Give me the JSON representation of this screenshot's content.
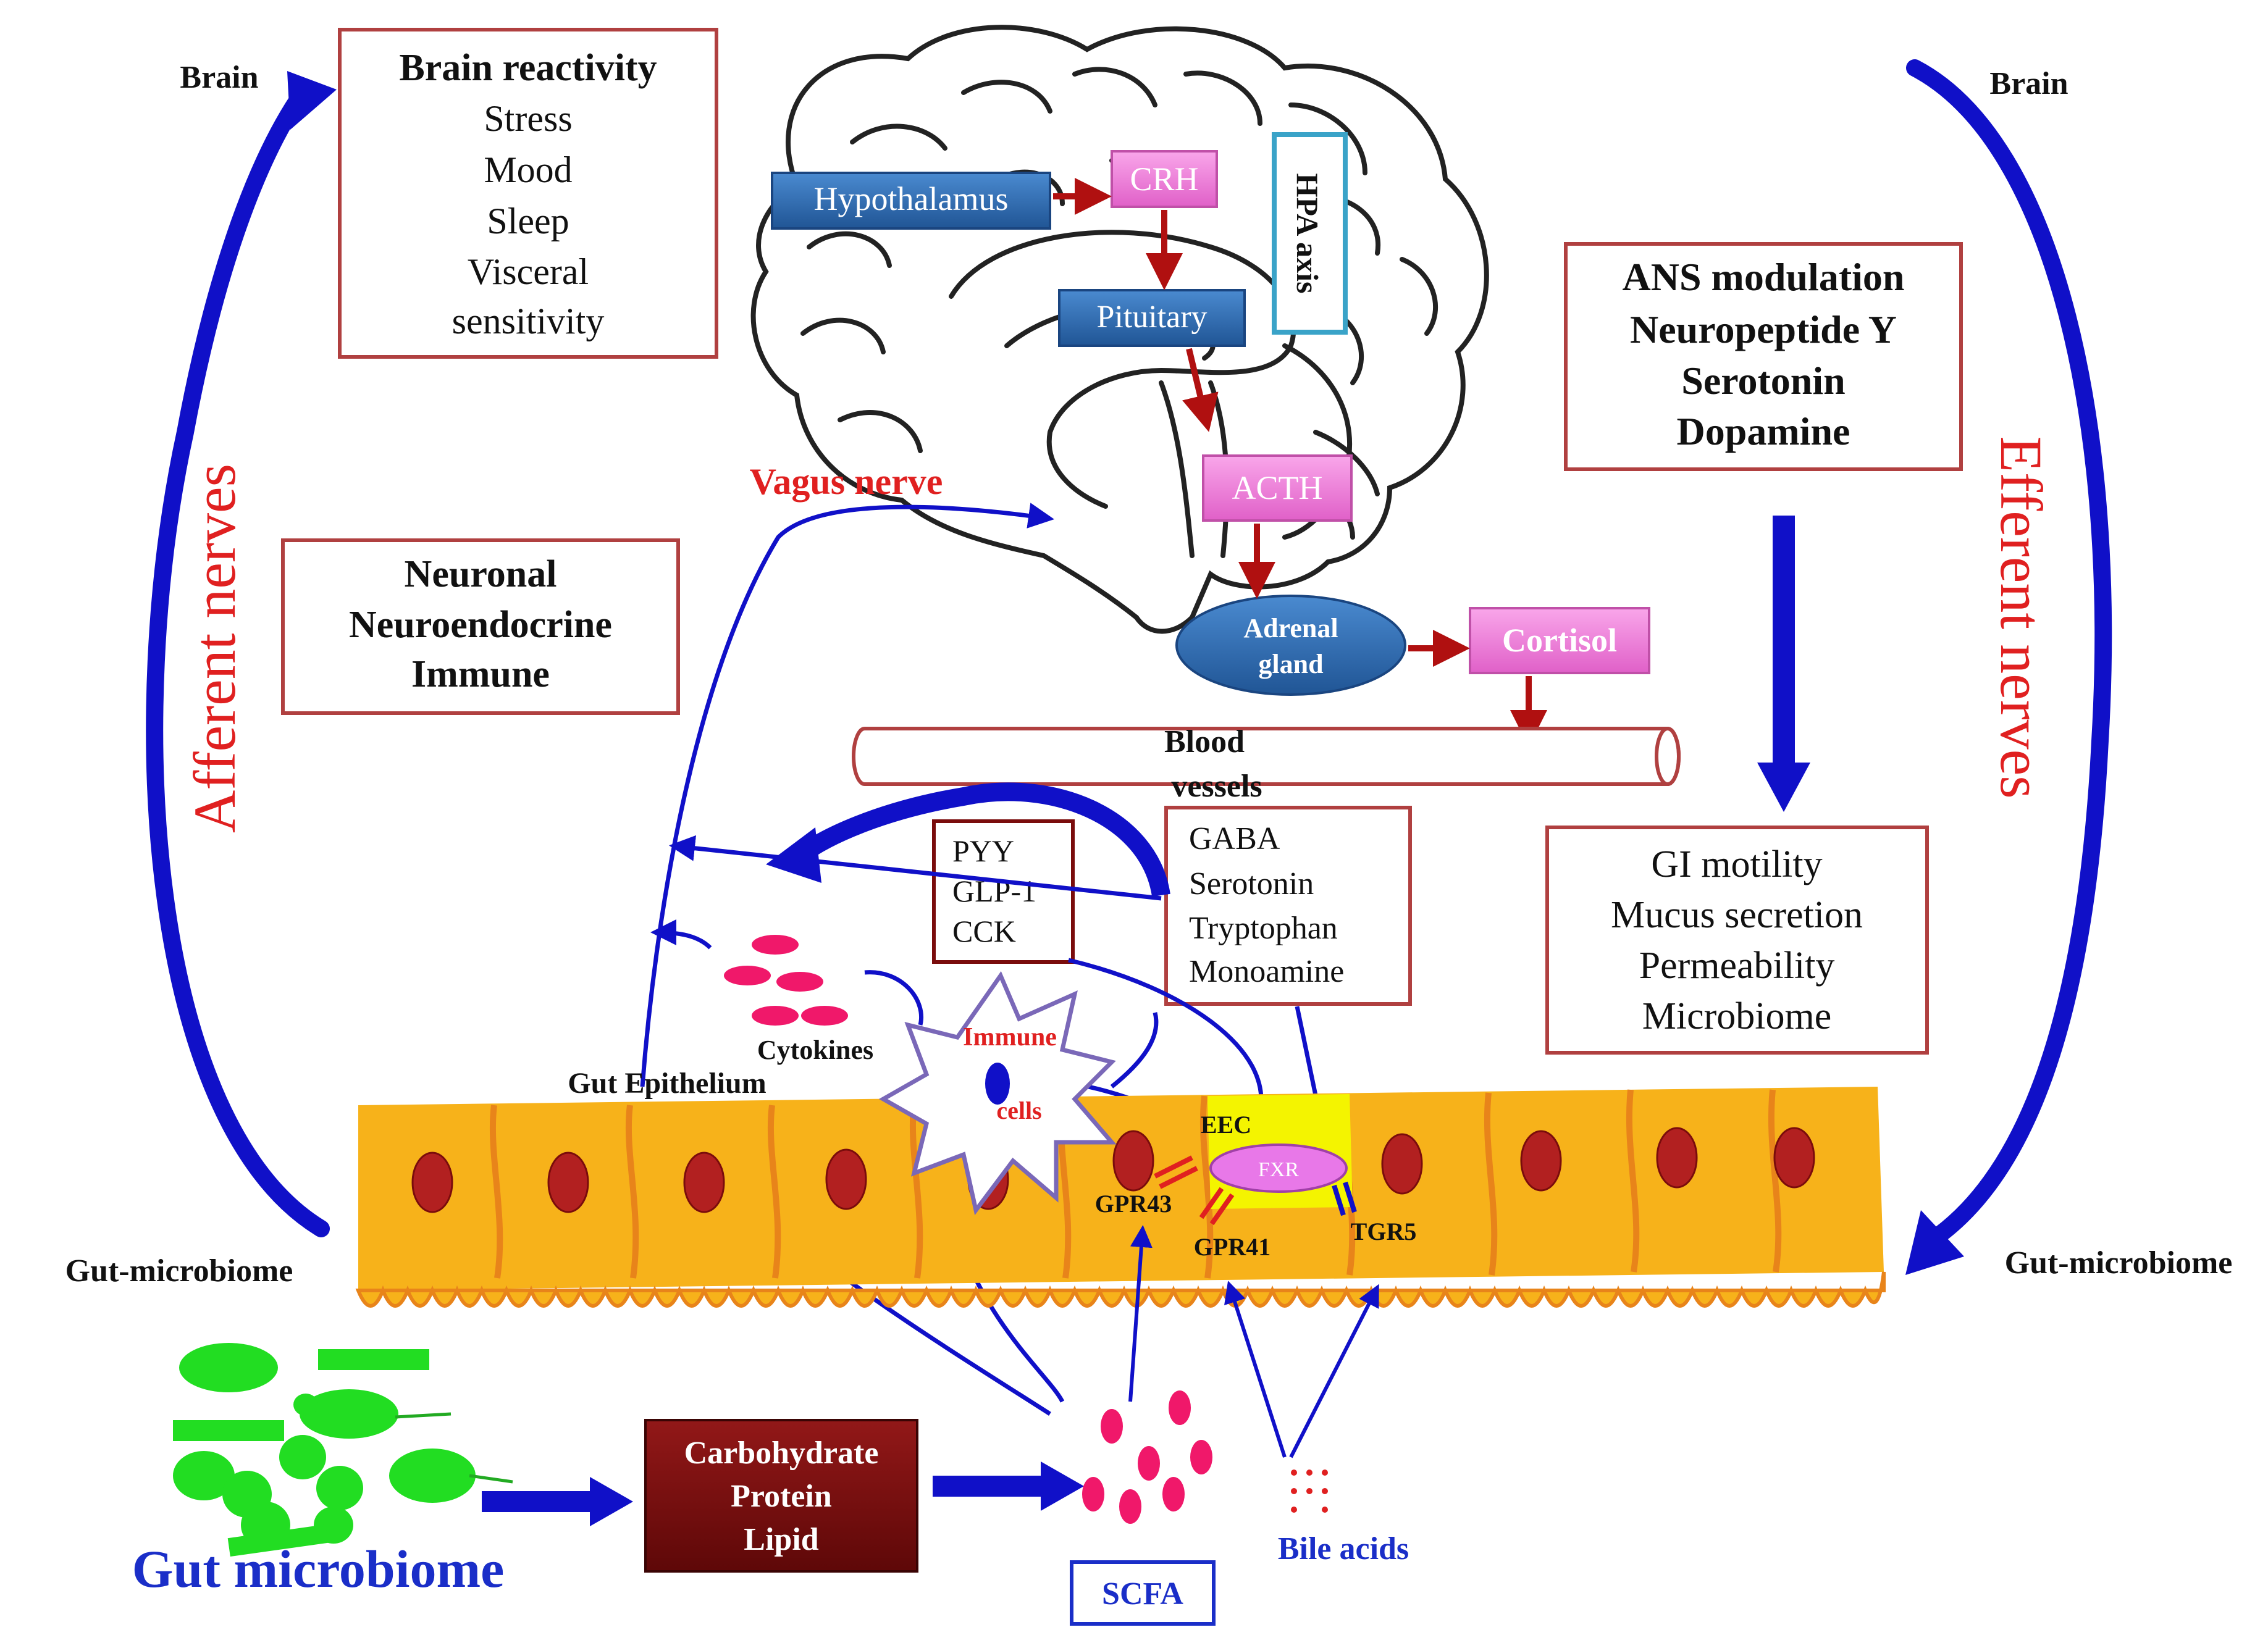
{
  "labels": {
    "brain_left": "Brain",
    "brain_right": "Brain",
    "gut_microbiome_left": "Gut-microbiome",
    "gut_microbiome_right": "Gut-microbiome",
    "afferent_nerves": "Afferent nerves",
    "efferent_nerves": "Efferent nerves",
    "vagus_nerve": "Vagus nerve",
    "gut_epithelium": "Gut Epithelium",
    "cytokines": "Cytokines",
    "immune": "Immune",
    "cells": "cells",
    "eec": "EEC",
    "fxr": "FXR",
    "gpr43": "GPR43",
    "gpr41": "GPR41",
    "tgr5": "TGR5",
    "bile_acids": "Bile acids",
    "scfa": "SCFA",
    "gut_microbiome_title": "Gut microbiome",
    "blood_vessels_1": "Blood",
    "blood_vessels_2": "vessels",
    "hpa_axis": "HPA axis"
  },
  "hpa": {
    "hypothalamus": "Hypothalamus",
    "crh": "CRH",
    "pituitary": "Pituitary",
    "acth": "ACTH",
    "adrenal_1": "Adrenal",
    "adrenal_2": "gland",
    "cortisol": "Cortisol"
  },
  "boxes": {
    "brain_reactivity": {
      "title": "Brain reactivity",
      "items": [
        "Stress",
        "Mood",
        "Sleep",
        "Visceral",
        "sensitivity"
      ]
    },
    "neuronal": [
      "Neuronal",
      "Neuroendocrine",
      "Immune"
    ],
    "ans": [
      "ANS modulation",
      "Neuropeptide Y",
      "Serotonin",
      "Dopamine"
    ],
    "gi": [
      "GI motility",
      "Mucus secretion",
      "Permeability",
      "Microbiome"
    ],
    "hormones": [
      "PYY",
      "GLP-1",
      "CCK"
    ],
    "neurotransmitters": [
      "GABA",
      "Serotonin",
      "Tryptophan",
      "Monoamine"
    ],
    "nutrients": [
      "Carbohydrate",
      "Protein",
      "Lipid"
    ]
  },
  "colors": {
    "blue_arrow": "#1010c8",
    "red_text": "#e02020",
    "dark_red_arrow": "#b01010",
    "box_border": "#b04040",
    "pink_box": "#f07ad8",
    "blue_box": "#2f6fb5",
    "epithelium": "#f7b21a",
    "nucleus": "#b22020",
    "microbe": "#22dd22",
    "scfa_dot": "#f0186a",
    "nutrient_box": "#7a0c0c",
    "eec_yellow": "#f4f400"
  }
}
